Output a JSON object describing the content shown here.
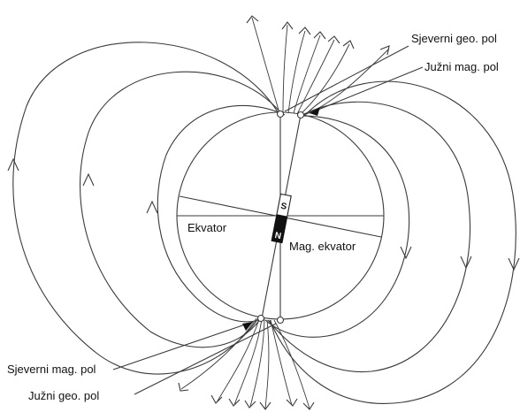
{
  "labels": {
    "north_geo_pole": "Sjeverni geo. pol",
    "south_mag_pole_top": "Južni mag. pol",
    "equator": "Ekvator",
    "mag_equator": "Mag. ekvator",
    "north_mag_pole_bottom": "Sjeverni mag. pol",
    "south_geo_pole": "Južni geo. pol"
  },
  "magnet": {
    "south_letter": "S",
    "north_letter": "N"
  },
  "colors": {
    "line": "#3a3a3a",
    "magnet_dark": "#111111",
    "background": "#ffffff"
  }
}
